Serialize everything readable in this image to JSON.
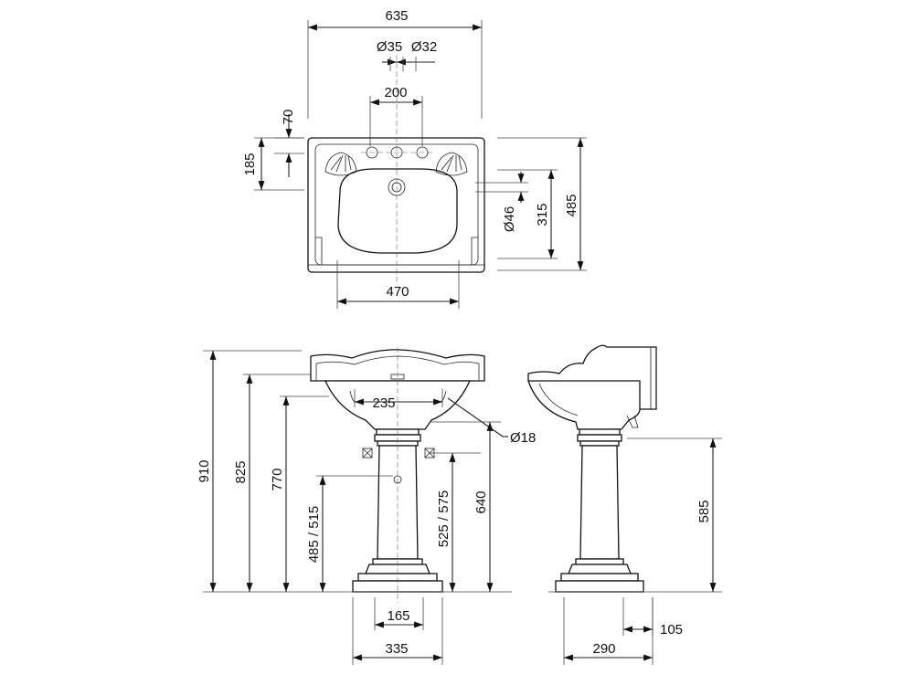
{
  "dimensions": {
    "top_width": "635",
    "tap_hole_left": "Ø35",
    "tap_hole_right": "Ø32",
    "tap_spacing": "200",
    "tap_setback": "70",
    "bowl_front": "185",
    "waste_hole": "Ø46",
    "waste_height": "315",
    "overall_depth": "485",
    "bowl_width": "470",
    "overall_height": "910",
    "rim_height": "825",
    "bowl_bottom_height": "770",
    "bracket_spacing": "235",
    "trap_hole": "Ø18",
    "supply_height": "485 / 515",
    "fixing_height": "525 / 575",
    "waste_outlet_height": "640",
    "pedestal_side_height": "585",
    "pedestal_front_width": "165",
    "base_front_width": "335",
    "wall_offset": "105",
    "base_side_depth": "290"
  }
}
